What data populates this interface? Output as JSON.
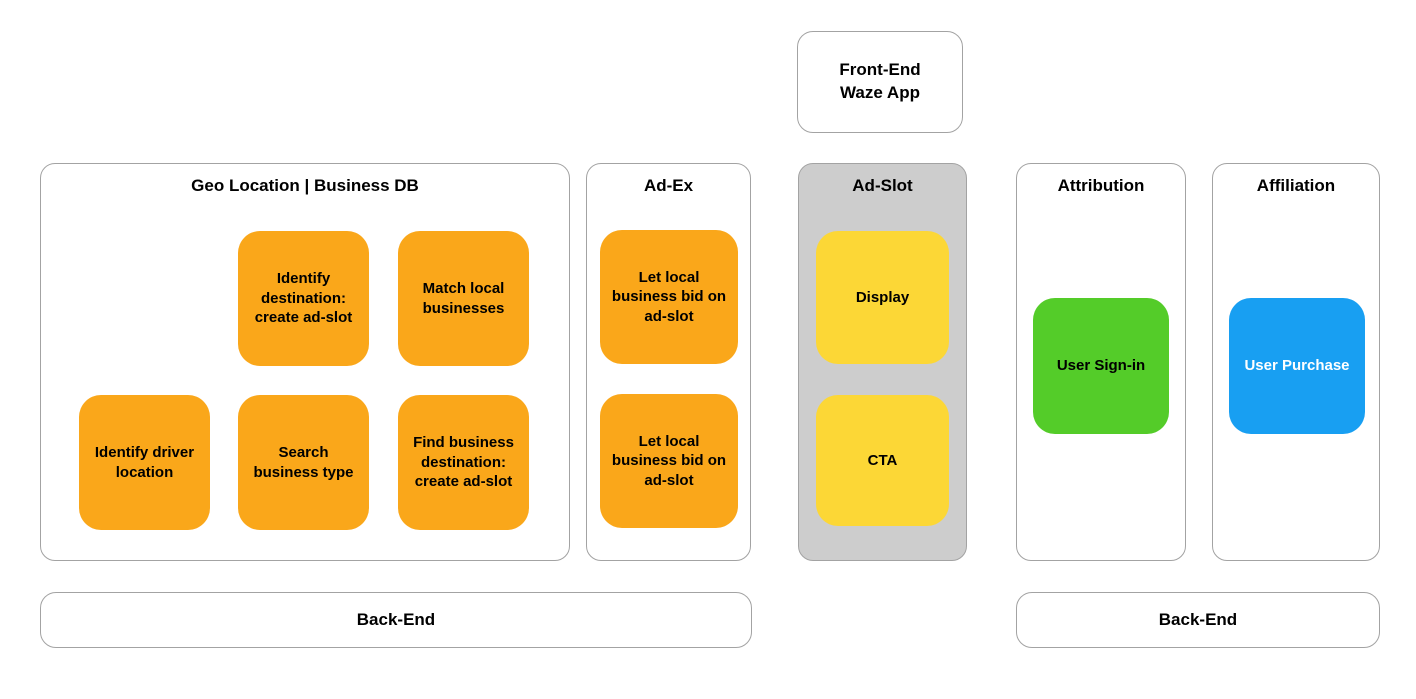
{
  "front_end": {
    "title": "Front-End\nWaze App"
  },
  "panels": {
    "geo": {
      "title": "Geo Location | Business DB",
      "boxes": [
        "Identify destination: create ad-slot",
        "Match local businesses",
        "Identify driver location",
        "Search business type",
        "Find business destination: create ad-slot"
      ]
    },
    "adex": {
      "title": "Ad-Ex",
      "boxes": [
        "Let local business bid on ad-slot",
        "Let local business bid on ad-slot"
      ]
    },
    "adslot": {
      "title": "Ad-Slot",
      "boxes": [
        "Display",
        "CTA"
      ]
    },
    "attribution": {
      "title": "Attribution",
      "boxes": [
        "User Sign-in"
      ]
    },
    "affiliation": {
      "title": "Affiliation",
      "boxes": [
        "User Purchase"
      ]
    }
  },
  "backend": {
    "left_label": "Back-End",
    "right_label": "Back-End"
  },
  "colors": {
    "node_orange": "#FAA71A",
    "node_yellow": "#FCD736",
    "node_green": "#54CC29",
    "node_blue": "#189FF2",
    "panel_gray": "#CDCDCD",
    "panel_border": "#A3A3A3",
    "purchase_text": "#FFFFFF"
  }
}
